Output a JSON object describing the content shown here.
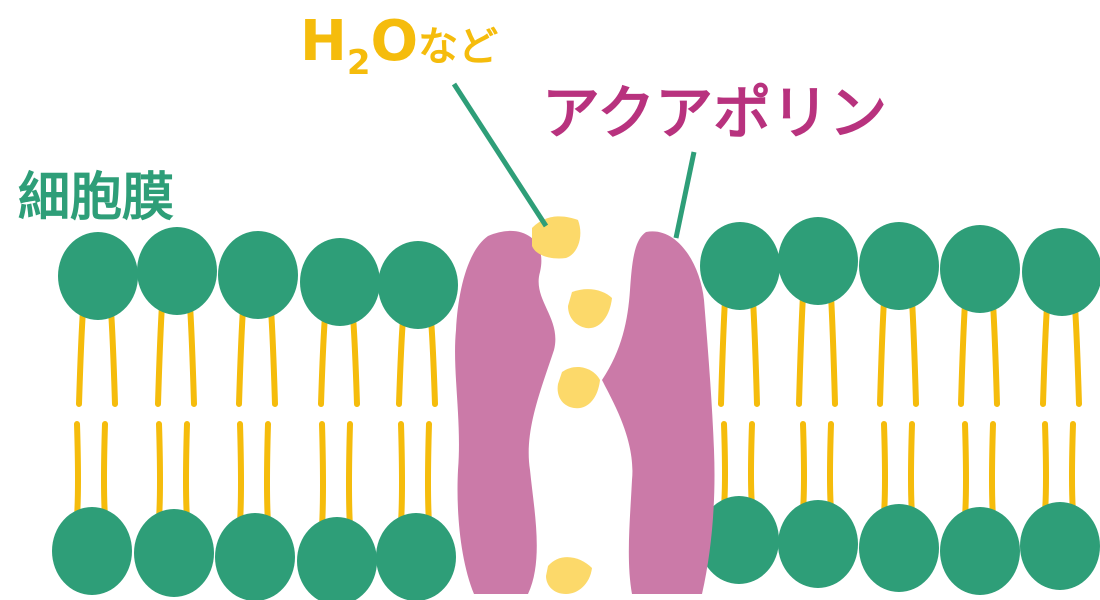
{
  "labels": {
    "membrane": "細胞膜",
    "aquaporin": "アクアポリン",
    "water": {
      "h": "H",
      "sub": "2",
      "o": "O",
      "rest": "など"
    }
  },
  "colors": {
    "head": "#2e9e78",
    "tail": "#f5bc0c",
    "protein": "#cb7aa8",
    "molecule": "#fcd96a",
    "membrane_text": "#2e9e78",
    "aquaporin_text": "#b8327e",
    "water_text": "#f5bc0c",
    "leader_line": "#2e9e78"
  }
}
